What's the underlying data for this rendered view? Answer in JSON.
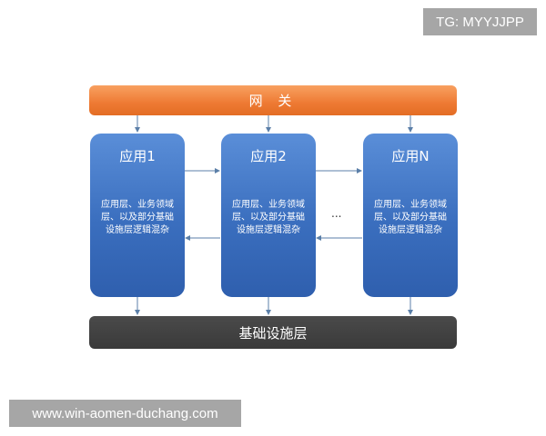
{
  "watermark_top": "TG: MYYJJPP",
  "watermark_bottom": "www.win-aomen-duchang.com",
  "gateway": {
    "label": "网 关"
  },
  "apps": [
    {
      "title": "应用1",
      "desc": [
        "应用层、业务领域",
        "层、以及部分基础",
        "设施层逻辑混杂"
      ]
    },
    {
      "title": "应用2",
      "desc": [
        "应用层、业务领域",
        "层、以及部分基础",
        "设施层逻辑混杂"
      ]
    },
    {
      "title": "应用N",
      "desc": [
        "应用层、业务领域",
        "层、以及部分基础",
        "设施层逻辑混杂"
      ]
    }
  ],
  "ellipsis": "...",
  "infrastructure": {
    "label": "基础设施层"
  },
  "colors": {
    "gateway": "#ee7a33",
    "app": "#3a6ebe",
    "infrastructure": "#3a3a3a",
    "arrow": "#5b7fa8",
    "watermark_bg": "#a6a6a6"
  }
}
